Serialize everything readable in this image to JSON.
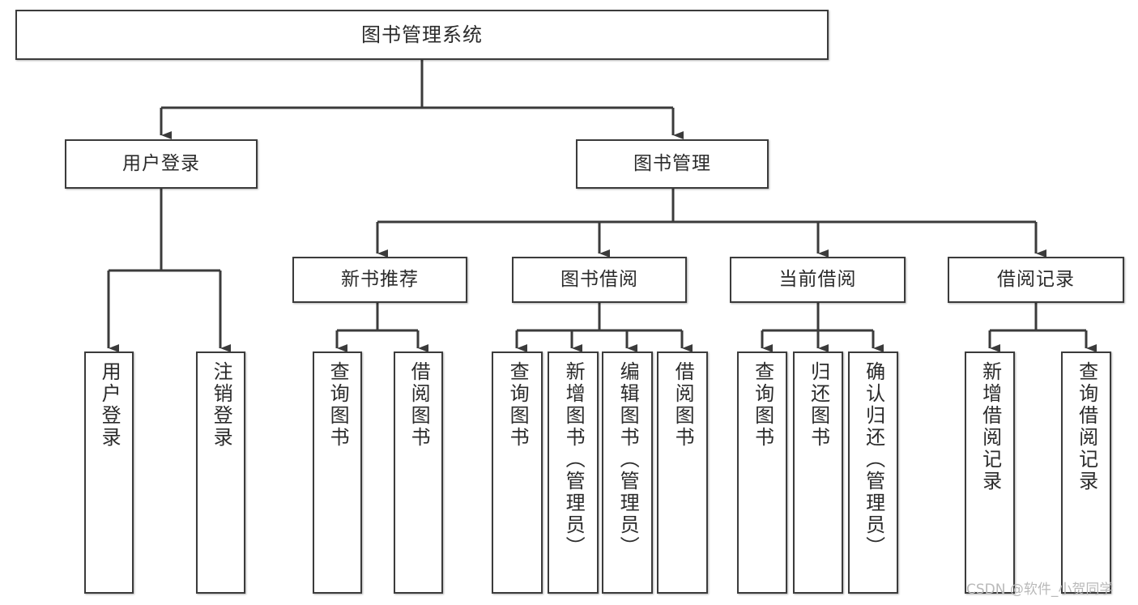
{
  "diagram": {
    "title": "图书管理系统",
    "type": "hierarchy-tree",
    "background_color": "#ffffff",
    "border_color": "#3b3b3b",
    "text_color": "#2b2b2b",
    "watermark": "CSDN @软件_小贺同学",
    "levels": [
      {
        "level": 1,
        "nodes": [
          {
            "id": "root",
            "label": "图书管理系统",
            "orientation": "horizontal"
          }
        ]
      },
      {
        "level": 2,
        "nodes": [
          {
            "id": "login",
            "label": "用户登录",
            "orientation": "horizontal"
          },
          {
            "id": "bookmgmt",
            "label": "图书管理",
            "orientation": "horizontal"
          }
        ]
      },
      {
        "level": 3,
        "nodes": [
          {
            "id": "newbook",
            "label": "新书推荐",
            "orientation": "horizontal",
            "parent": "bookmgmt"
          },
          {
            "id": "borrow",
            "label": "图书借阅",
            "orientation": "horizontal",
            "parent": "bookmgmt"
          },
          {
            "id": "current",
            "label": "当前借阅",
            "orientation": "horizontal",
            "parent": "bookmgmt"
          },
          {
            "id": "records",
            "label": "借阅记录",
            "orientation": "horizontal",
            "parent": "bookmgmt"
          }
        ]
      },
      {
        "level": 4,
        "nodes": [
          {
            "id": "leaf-user-login",
            "label": "用户登录",
            "orientation": "vertical",
            "parent": "login"
          },
          {
            "id": "leaf-logout",
            "label": "注销登录",
            "orientation": "vertical",
            "parent": "login"
          },
          {
            "id": "leaf-query-book-1",
            "label": "查询图书",
            "orientation": "vertical",
            "parent": "newbook"
          },
          {
            "id": "leaf-borrow-book-1",
            "label": "借阅图书",
            "orientation": "vertical",
            "parent": "newbook"
          },
          {
            "id": "leaf-query-book-2",
            "label": "查询图书",
            "orientation": "vertical",
            "parent": "borrow"
          },
          {
            "id": "leaf-add-book",
            "label": "新增图书（管理员）",
            "orientation": "vertical",
            "parent": "borrow"
          },
          {
            "id": "leaf-edit-book",
            "label": "编辑图书（管理员）",
            "orientation": "vertical",
            "parent": "borrow"
          },
          {
            "id": "leaf-borrow-book-2",
            "label": "借阅图书",
            "orientation": "vertical",
            "parent": "borrow"
          },
          {
            "id": "leaf-query-book-3",
            "label": "查询图书",
            "orientation": "vertical",
            "parent": "current"
          },
          {
            "id": "leaf-return-book",
            "label": "归还图书",
            "orientation": "vertical",
            "parent": "current"
          },
          {
            "id": "leaf-confirm-return",
            "label": "确认归还（管理员）",
            "orientation": "vertical",
            "parent": "current"
          },
          {
            "id": "leaf-add-record",
            "label": "新增借阅记录",
            "orientation": "vertical",
            "parent": "records"
          },
          {
            "id": "leaf-query-record",
            "label": "查询借阅记录",
            "orientation": "vertical",
            "parent": "records"
          }
        ]
      }
    ]
  }
}
